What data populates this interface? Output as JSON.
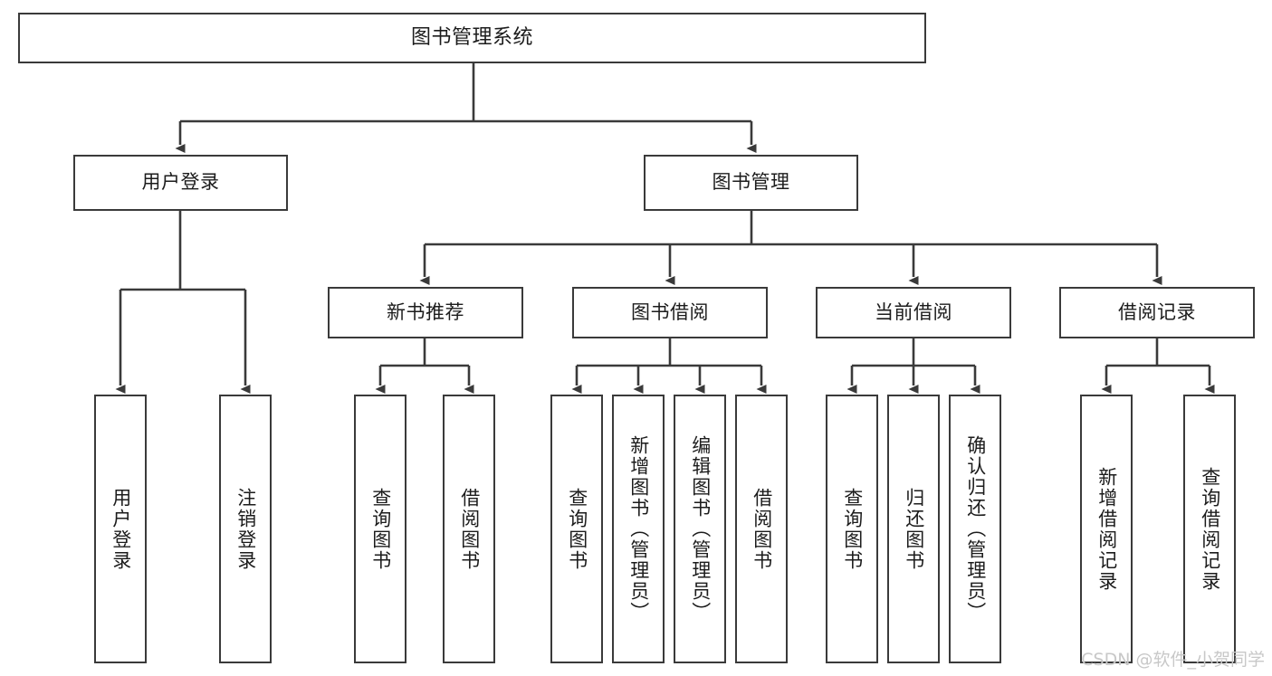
{
  "diagram": {
    "title": "图书管理系统",
    "type": "功能结构图",
    "watermark": "CSDN @软件_小贺同学",
    "colors": {
      "box_border": "#3a3a3a",
      "connector": "#3a3a3a",
      "background": "#ffffff",
      "text": "#1c1c1c",
      "watermark": "#c8c8c8"
    },
    "nodes": {
      "root": {
        "label": "图书管理系统"
      },
      "level2": [
        {
          "id": "user-login",
          "label": "用户登录"
        },
        {
          "id": "book-manage",
          "label": "图书管理"
        }
      ],
      "level3": [
        {
          "id": "new-book-recommend",
          "label": "新书推荐"
        },
        {
          "id": "book-borrow",
          "label": "图书借阅"
        },
        {
          "id": "current-borrow",
          "label": "当前借阅"
        },
        {
          "id": "borrow-record",
          "label": "借阅记录"
        }
      ],
      "leaves": {
        "user-login": [
          {
            "id": "leaf-user-login",
            "label": "用户登录"
          },
          {
            "id": "leaf-user-logout",
            "label": "注销登录"
          }
        ],
        "new-book-recommend": [
          {
            "id": "leaf-query-book-1",
            "label": "查询图书"
          },
          {
            "id": "leaf-borrow-book-1",
            "label": "借阅图书"
          }
        ],
        "book-borrow": [
          {
            "id": "leaf-query-book-2",
            "label": "查询图书"
          },
          {
            "id": "leaf-add-book",
            "label": "新增图书（管理员）"
          },
          {
            "id": "leaf-edit-book",
            "label": "编辑图书（管理员）"
          },
          {
            "id": "leaf-borrow-book-2",
            "label": "借阅图书"
          }
        ],
        "current-borrow": [
          {
            "id": "leaf-query-book-3",
            "label": "查询图书"
          },
          {
            "id": "leaf-return-book",
            "label": "归还图书"
          },
          {
            "id": "leaf-confirm-return",
            "label": "确认归还（管理员）"
          }
        ],
        "borrow-record": [
          {
            "id": "leaf-add-record",
            "label": "新增借阅记录"
          },
          {
            "id": "leaf-query-record",
            "label": "查询借阅记录"
          }
        ]
      }
    }
  }
}
